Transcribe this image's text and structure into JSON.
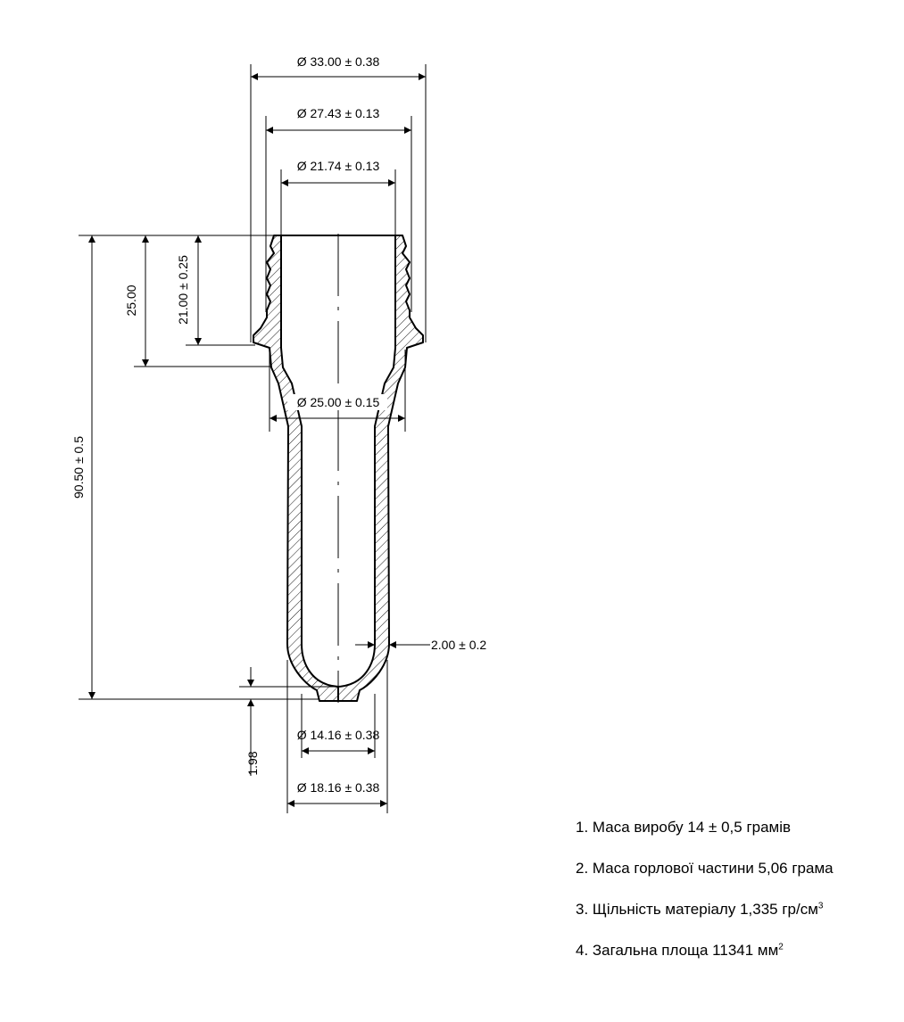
{
  "dimensions": {
    "outer_flange_diameter": "Ø 33.00 ± 0.38",
    "thread_diameter": "Ø 27.43 ± 0.13",
    "bore_diameter": "Ø 21.74 ± 0.13",
    "neck_ring_diameter": "Ø 25.00 ± 0.15",
    "body_inner_diameter": "Ø 14.16 ± 0.38",
    "body_outer_diameter": "Ø 18.16 ± 0.38",
    "overall_length": "90.50 ± 0.5",
    "neck_height": "25.00",
    "thread_height": "21.00 ± 0.25",
    "wall_thickness": "2.00 ± 0.2",
    "base_thickness": "1.98"
  },
  "notes": [
    {
      "text": "1. Маса виробу 14 ± 0,5 грамів",
      "sup": ""
    },
    {
      "text": "2. Маса горлової частини 5,06 грама",
      "sup": ""
    },
    {
      "text": "3. Щільність матеріалу 1,335 гр/см",
      "sup": "3"
    },
    {
      "text": "4. Загальна площа 11341 мм",
      "sup": "2"
    }
  ]
}
